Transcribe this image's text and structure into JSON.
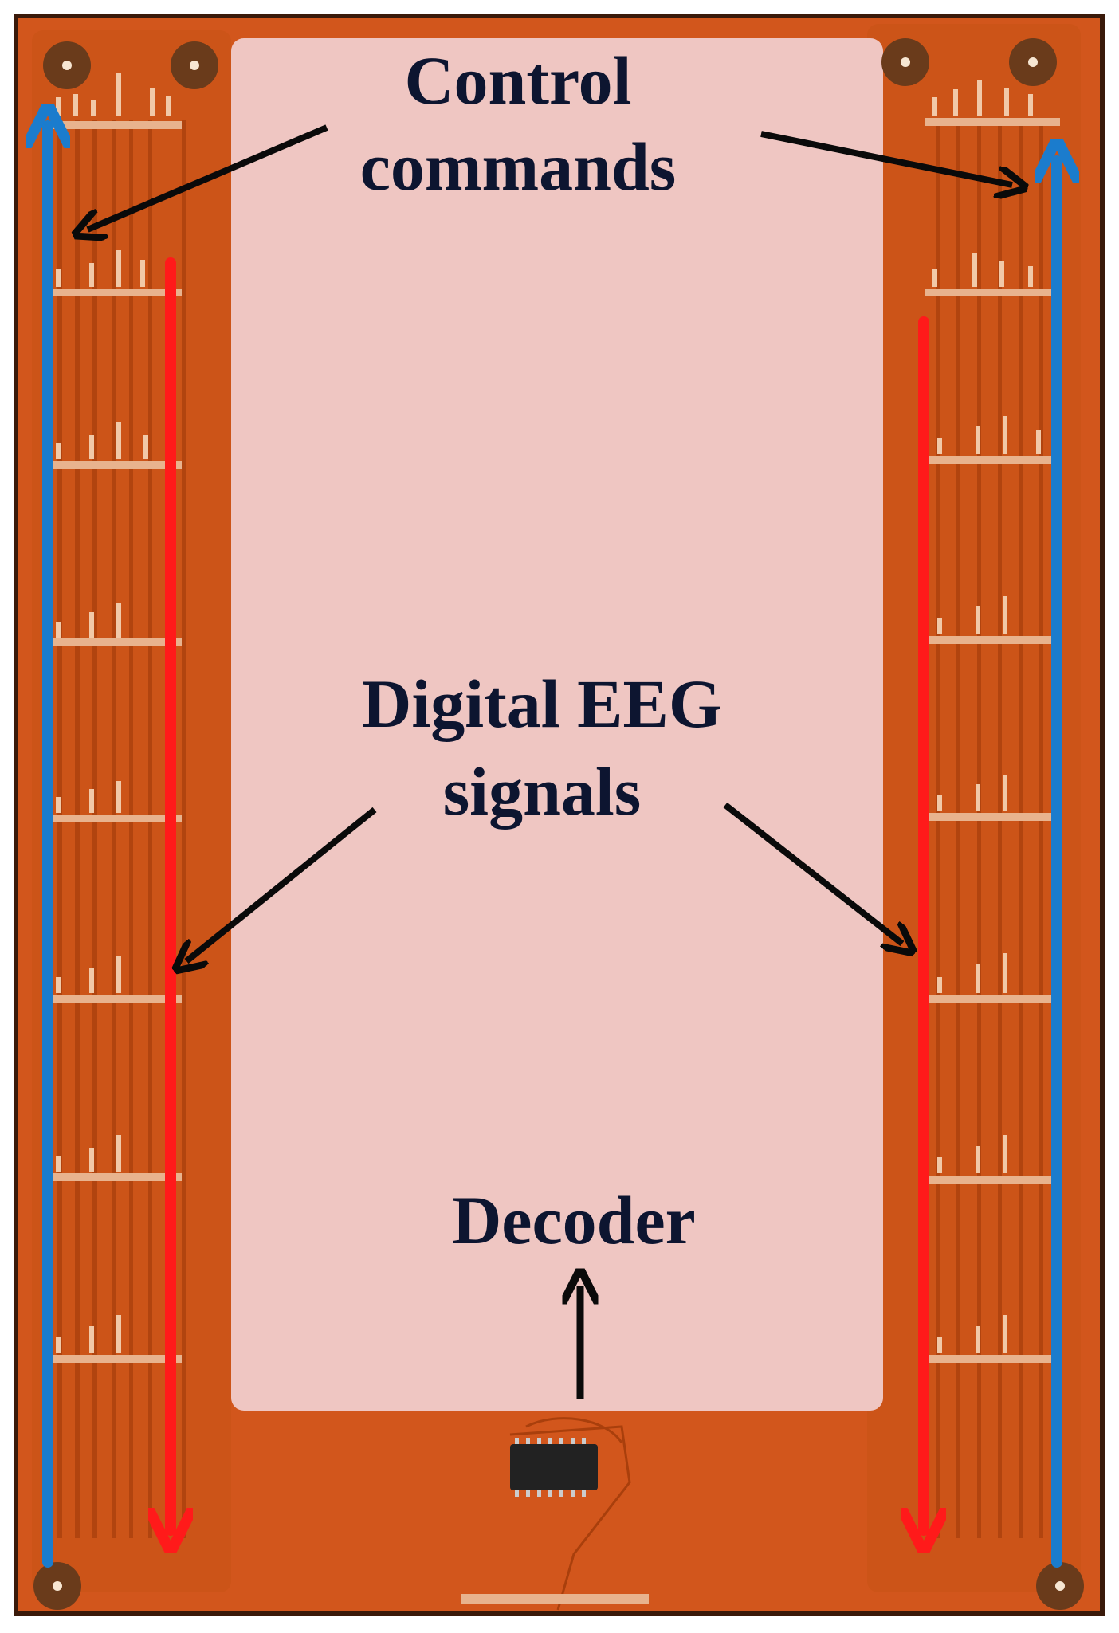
{
  "labels": {
    "control_line1": "Control",
    "control_line2": "commands",
    "eeg_line1": "Digital EEG",
    "eeg_line2": "signals",
    "decoder": "Decoder"
  },
  "colors": {
    "pcb": "#d2561c",
    "pcb_dark": "#b8460f",
    "panel": "#efc6c2",
    "control_arrow": "#1b7ccd",
    "signal_arrow": "#ff1a1a",
    "pointer_arrow": "#0a0a0a",
    "label_text": "#0d1530"
  },
  "icons": {
    "mount_hole": "mounting-hole-icon",
    "chip": "decoder-chip-icon"
  }
}
